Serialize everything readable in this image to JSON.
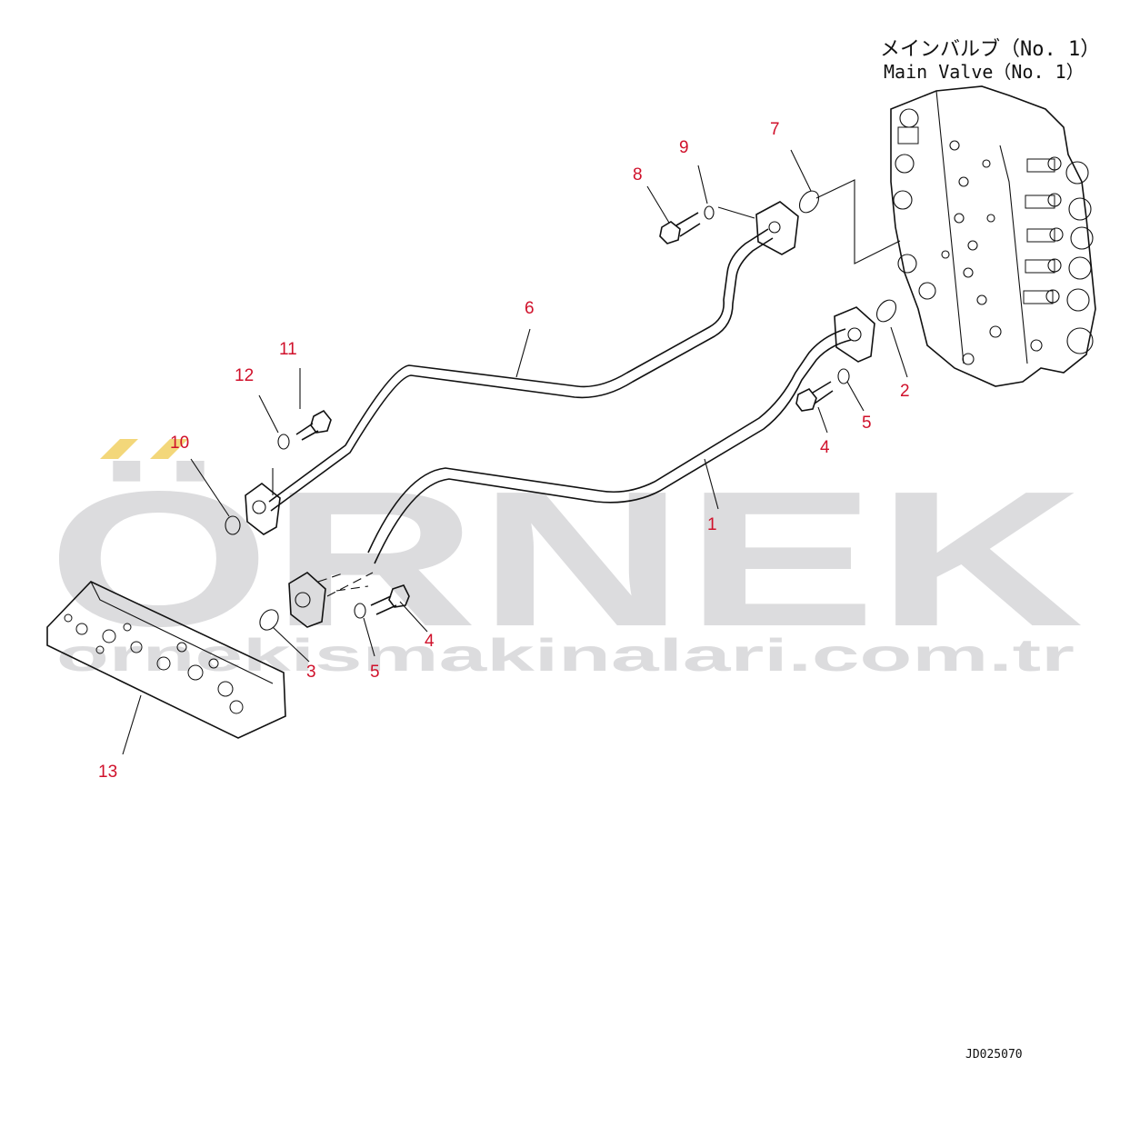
{
  "title": {
    "jp": "メインバルブ（No. 1）",
    "en": "Main Valve（No. 1）"
  },
  "callouts": [
    "1",
    "2",
    "3",
    "4",
    "4",
    "5",
    "5",
    "6",
    "7",
    "8",
    "9",
    "10",
    "11",
    "12",
    "13"
  ],
  "drawing_code": "JD025070",
  "watermark": {
    "brand": "ÖRNEK",
    "url": "ornekismakinalari.com.tr"
  },
  "colors": {
    "callout": "#d0112b",
    "line": "#111111",
    "watermark": "#dcdcde",
    "watermark_accent": "#f3d77a"
  }
}
